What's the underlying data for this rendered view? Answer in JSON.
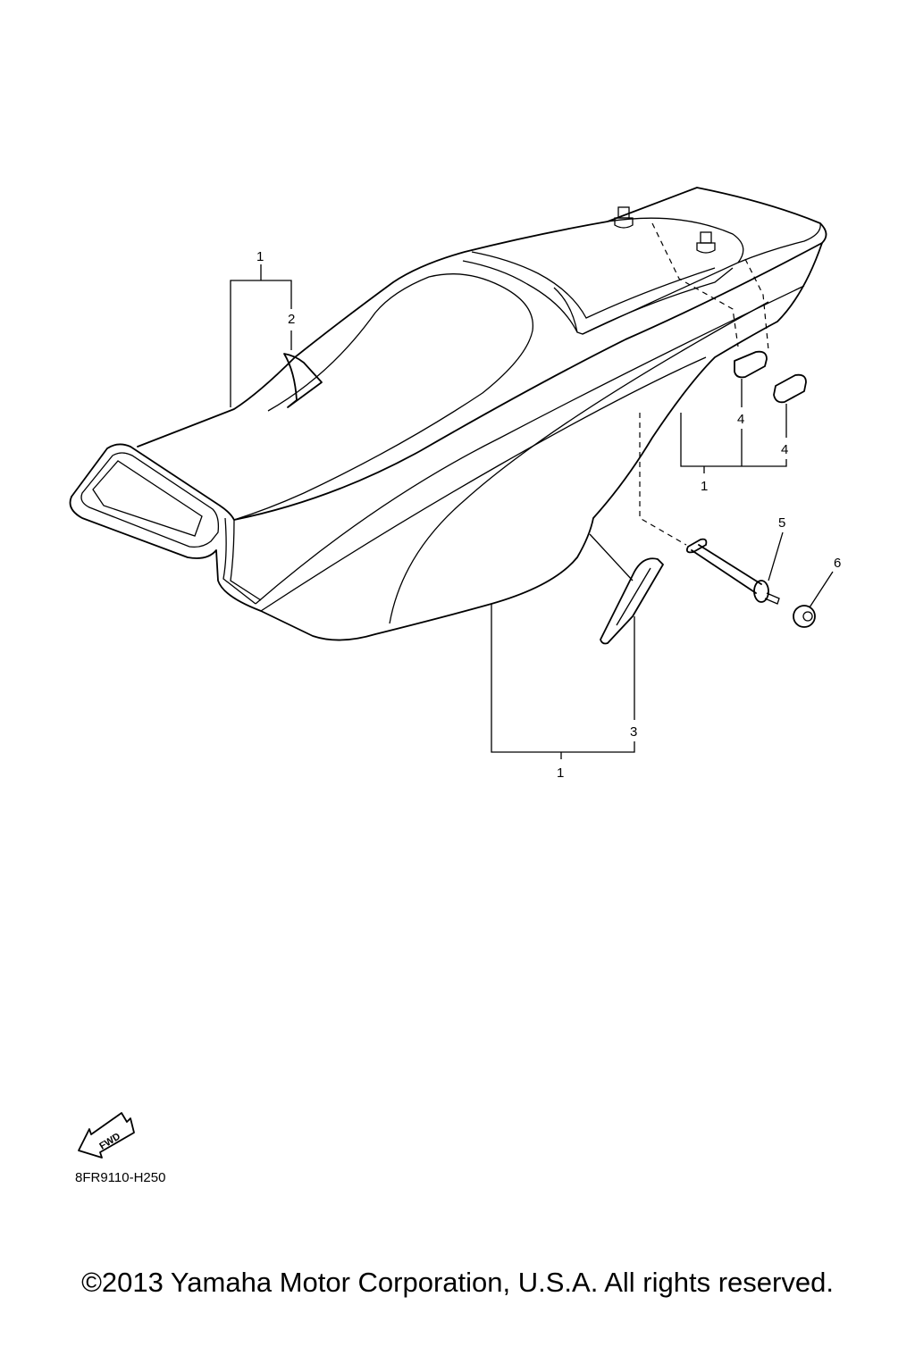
{
  "diagram": {
    "callouts": {
      "c1_top": "1",
      "c2": "2",
      "c4_a": "4",
      "c4_b": "4",
      "c1_right": "1",
      "c5": "5",
      "c6": "6",
      "c3": "3",
      "c1_bottom": "1"
    },
    "fwd_label": "FWD",
    "part_code": "8FR9110-H250"
  },
  "footer": {
    "copyright": "©2013 Yamaha Motor Corporation, U.S.A. All rights reserved."
  }
}
